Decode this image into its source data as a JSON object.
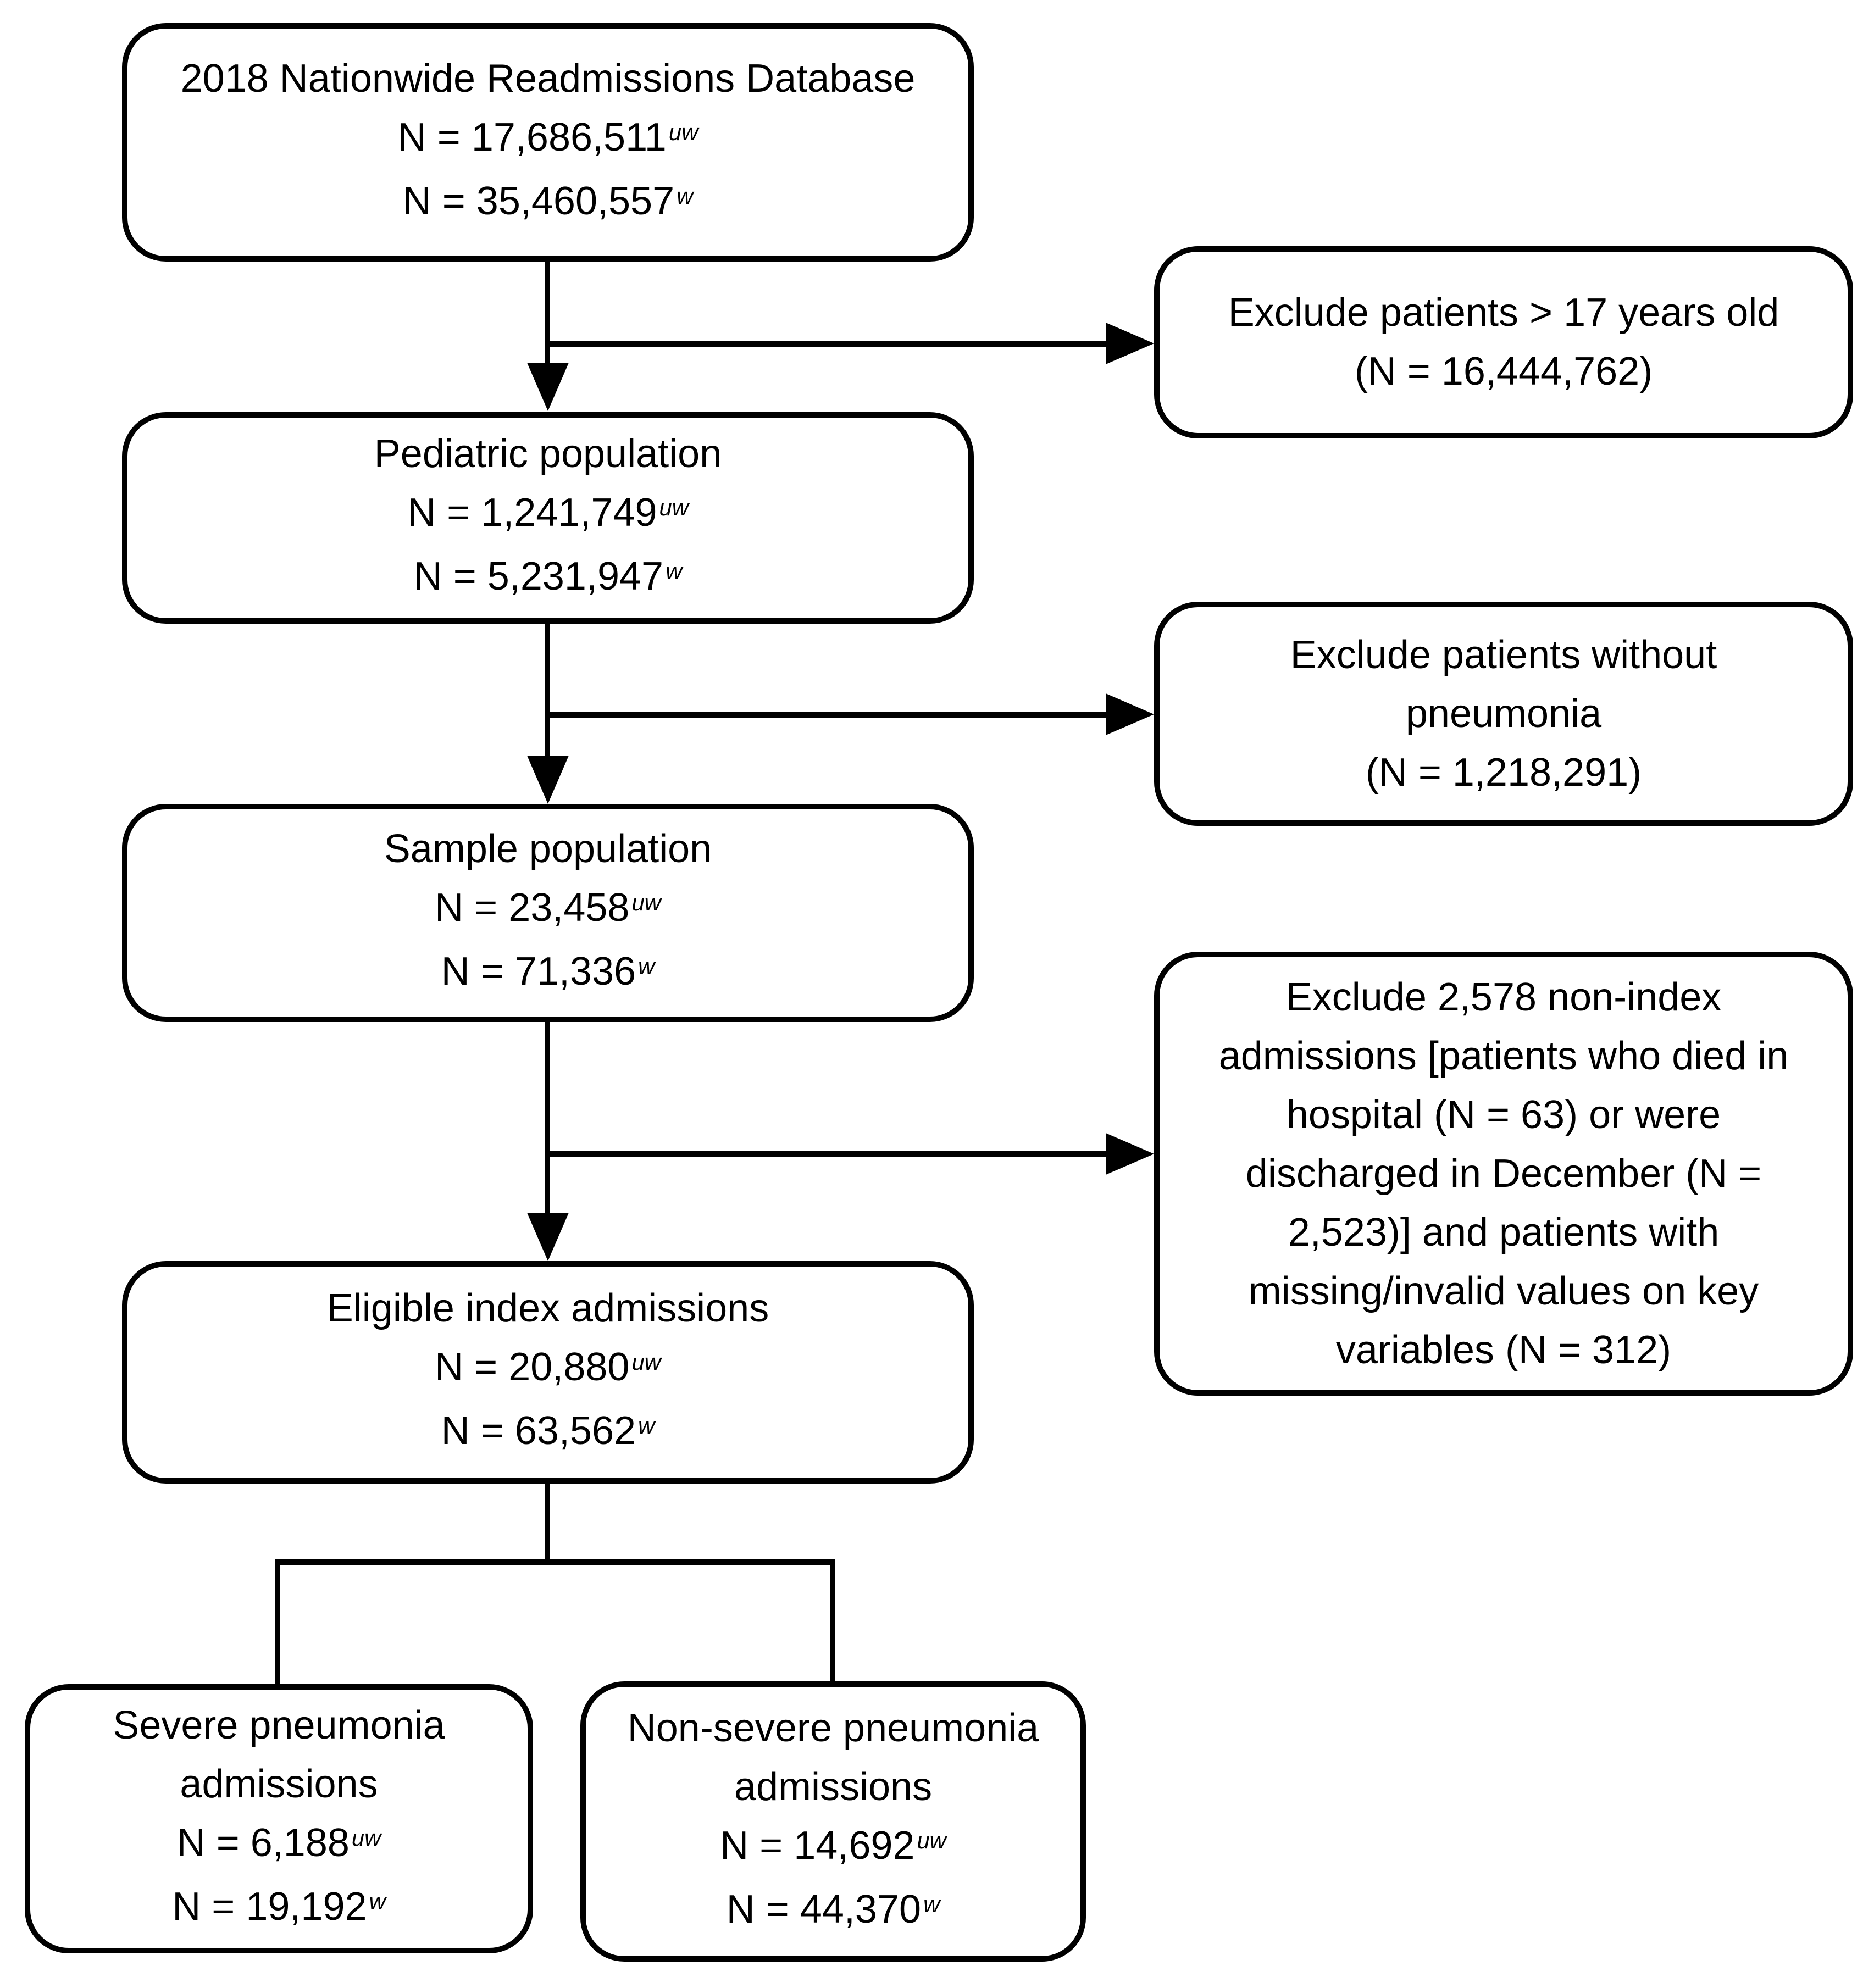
{
  "flowchart": {
    "colors": {
      "line": "#000000",
      "background": "#ffffff",
      "text": "#000000"
    },
    "nodes": {
      "database": {
        "title": "2018 Nationwide Readmissions Database",
        "n1": "N = 17,686,511",
        "n1_sup": "uw",
        "n2": "N = 35,460,557",
        "n2_sup": "w"
      },
      "pediatric": {
        "title": "Pediatric population",
        "n1": "N = 1,241,749",
        "n1_sup": "uw",
        "n2": "N = 5,231,947",
        "n2_sup": "w"
      },
      "sample": {
        "title": "Sample population",
        "n1": "N = 23,458",
        "n1_sup": "uw",
        "n2": "N = 71,336",
        "n2_sup": "w"
      },
      "eligible": {
        "title": "Eligible index admissions",
        "n1": "N = 20,880",
        "n1_sup": "uw",
        "n2": "N = 63,562",
        "n2_sup": "w"
      },
      "severe": {
        "title": "Severe pneumonia admissions",
        "n1": "N = 6,188",
        "n1_sup": "uw",
        "n2": "N = 19,192",
        "n2_sup": "w"
      },
      "nonsevere": {
        "title": "Non-severe pneumonia admissions",
        "n1": "N = 14,692",
        "n1_sup": "uw",
        "n2": "N = 44,370",
        "n2_sup": "w"
      },
      "exclude_age": {
        "text": "Exclude patients > 17 years old",
        "count": "(N = 16,444,762)"
      },
      "exclude_pneumonia": {
        "text": "Exclude patients without pneumonia",
        "count": "(N = 1,218,291)"
      },
      "exclude_nonindex": {
        "text": "Exclude 2,578 non-index admissions [patients who died in hospital (N = 63) or were discharged in December (N = 2,523)] and patients with missing/invalid values on key variables (N = 312)"
      }
    }
  }
}
